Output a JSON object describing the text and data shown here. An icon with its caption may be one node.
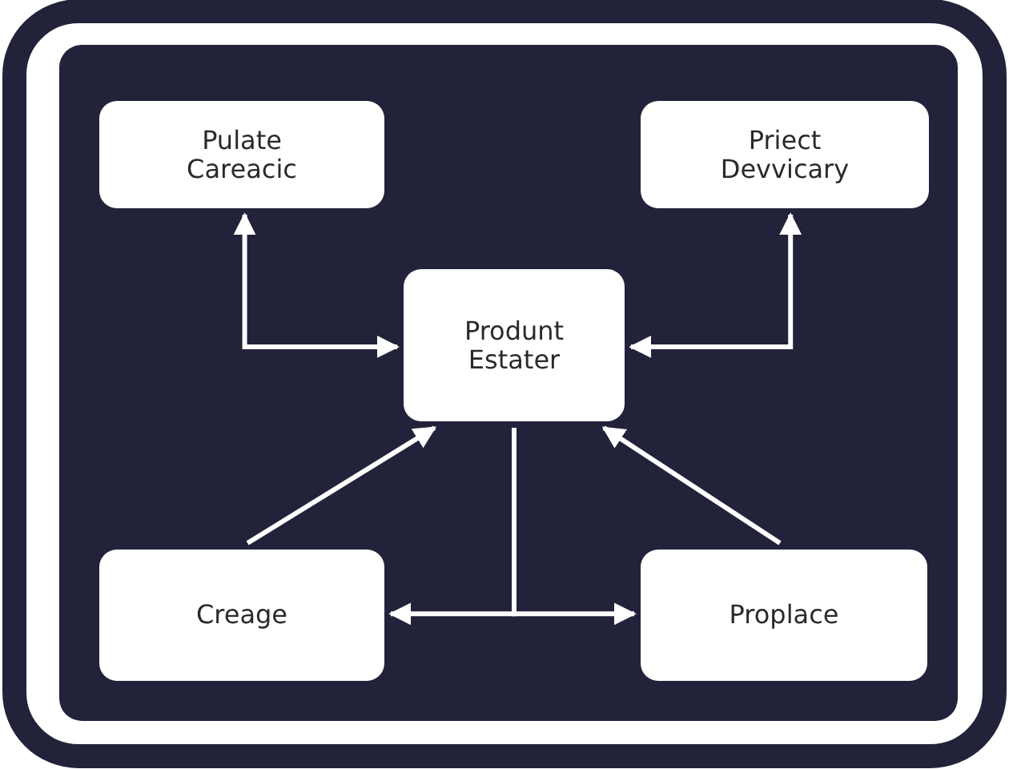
{
  "diagram": {
    "nodes": [
      {
        "text": [
          "Pulate Careacic"
        ]
      },
      {
        "text": [
          "Priect Devvicary"
        ]
      },
      {
        "text": [
          "Produnt Estater"
        ]
      },
      {
        "text": [
          "Creage"
        ]
      },
      {
        "text": [
          "Proplace"
        ]
      }
    ],
    "edges": [
      {
        "from": 2,
        "to": 0,
        "arrow": "both"
      },
      {
        "from": 2,
        "to": 1,
        "arrow": "both"
      },
      {
        "from": 3,
        "to": 2,
        "arrow": "to"
      },
      {
        "from": 4,
        "to": 2,
        "arrow": "to"
      },
      {
        "from": 2,
        "to": 3,
        "arrow": "to"
      },
      {
        "from": 2,
        "to": 4,
        "arrow": "to"
      }
    ]
  }
}
